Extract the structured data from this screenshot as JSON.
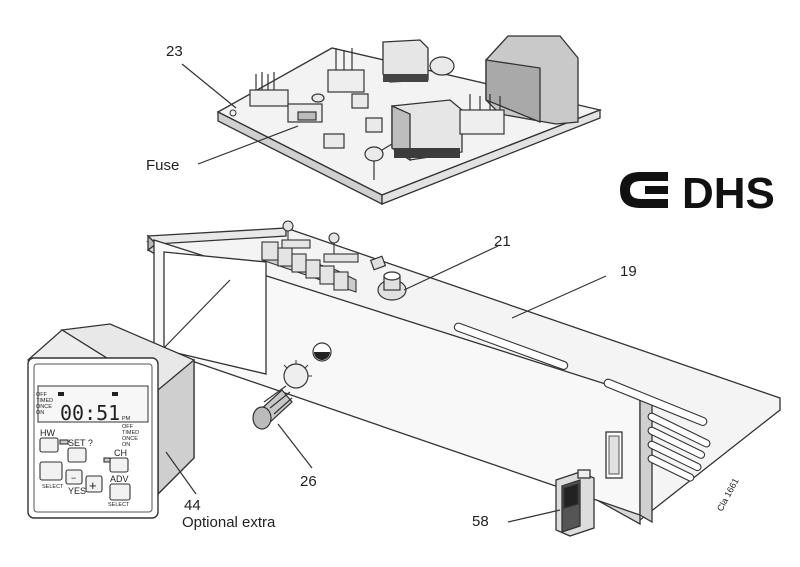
{
  "logo": {
    "text": "DHS"
  },
  "callouts": {
    "c23": "23",
    "fuse": "Fuse",
    "c21": "21",
    "c19": "19",
    "c26": "26",
    "c44": "44",
    "optional": "Optional extra",
    "c58": "58"
  },
  "drawing_code": "Cla 1661",
  "timer": {
    "display": "00:51",
    "pm": "PM",
    "modes_left": [
      "OFF",
      "TIMED",
      "ONCE",
      "ON"
    ],
    "modes_right": [
      "OFF",
      "TIMED",
      "ONCE",
      "ON"
    ],
    "buttons": {
      "hw": "HW",
      "ch": "CH",
      "set": "SET ?",
      "adv": "ADV",
      "minus": "−",
      "plus": "+",
      "select_left": "SELECT",
      "yes": "YES",
      "select_right": "SELECT"
    }
  },
  "colors": {
    "ink": "#222222",
    "paper": "#ffffff",
    "shade": "#bdbdbd",
    "dark": "#555555"
  }
}
